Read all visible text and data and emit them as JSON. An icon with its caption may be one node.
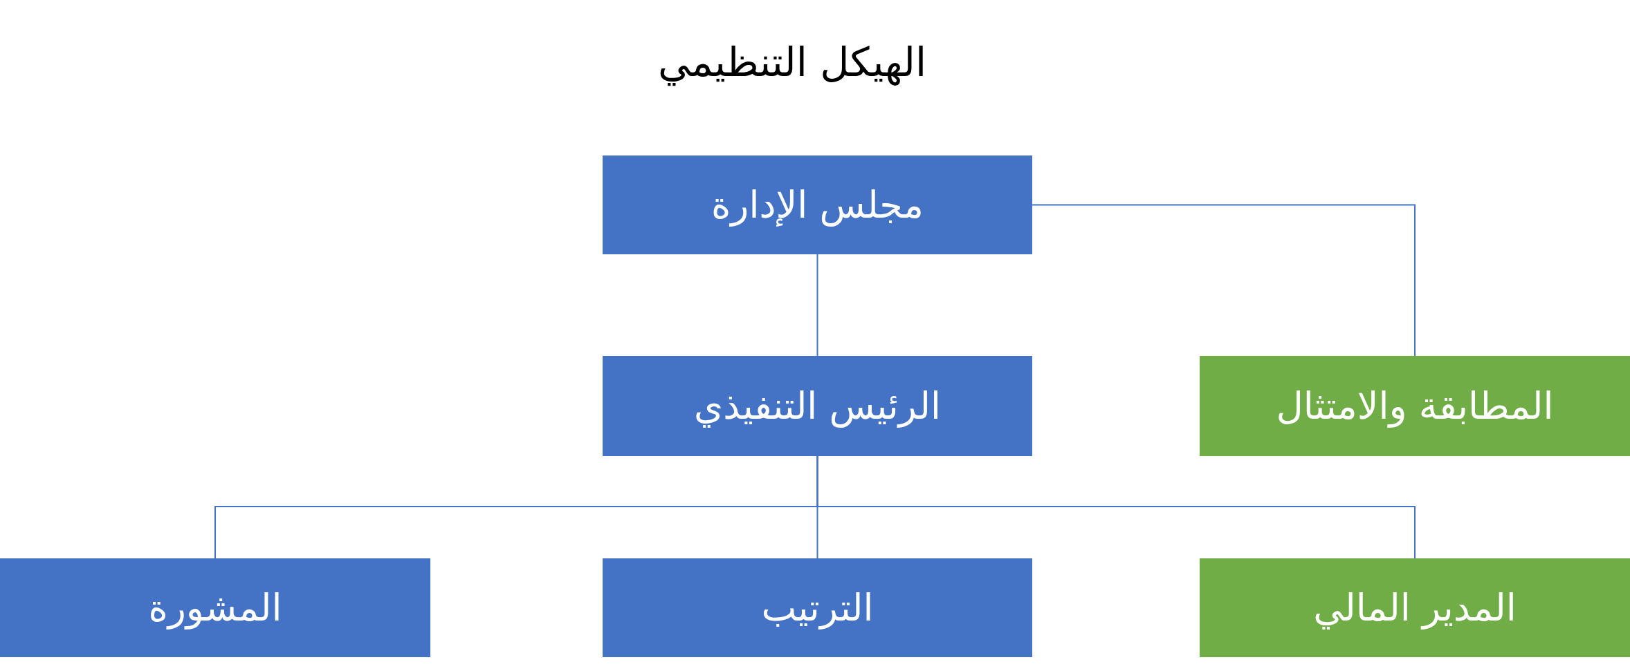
{
  "diagram": {
    "title": "الهيكل التنظيمي",
    "nodes": [
      {
        "text": [
          "مجلس الإدارة"
        ]
      },
      {
        "text": [
          "الرئيس التنفيذي"
        ]
      },
      {
        "text": [
          "المطابقة والامتثال"
        ]
      },
      {
        "text": [
          "المشورة"
        ]
      },
      {
        "text": [
          "الترتيب"
        ]
      },
      {
        "text": [
          "المدير المالي"
        ]
      }
    ],
    "edges": [
      {
        "from": 0,
        "to": 1,
        "arrow": "none"
      },
      {
        "from": 0,
        "to": 2,
        "arrow": "none"
      },
      {
        "from": 1,
        "to": 3,
        "arrow": "none"
      },
      {
        "from": 1,
        "to": 4,
        "arrow": "none"
      },
      {
        "from": 1,
        "to": 5,
        "arrow": "none"
      }
    ]
  }
}
